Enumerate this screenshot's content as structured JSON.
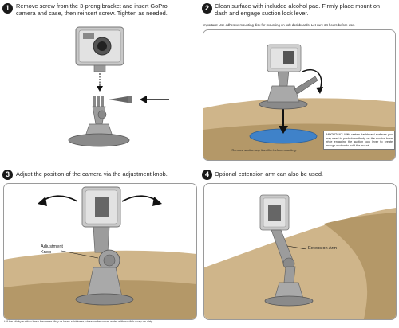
{
  "steps": [
    {
      "number": "1",
      "text": "Remove screw from the 3-prong bracket and insert GoPro camera and case, then reinsert screw. Tighten as needed."
    },
    {
      "number": "2",
      "text": "Clean surface with included alcohol pad. Firmly place mount on dash and engage suction lock lever.",
      "important": "Important: Use adhesive mounting disk for mounting on soft dashboards. Let cure 24 hours before use."
    },
    {
      "number": "3",
      "text": "Adjust the position of the camera via the adjustment knob."
    },
    {
      "number": "4",
      "text": "Optional extension arm can also be used."
    }
  ],
  "panel2": {
    "remove_label": "*Remove suction cup liner film before mounting.",
    "important_note": "IMPORTANT: With certain dashboard surfaces you may need to push down firmly on the suction base while engaging the suction lock lever to create enough suction to hold the mount."
  },
  "panel3": {
    "knob_label": "Adjustment Knob",
    "footnote": "* If the sticky suction base becomes dirty or loses stickiness, rinse under warm water with no dish soap on dirty."
  },
  "panel4": {
    "arm_label": "Extension Arm"
  },
  "colors": {
    "dash": "#cfb58a",
    "dash_dark": "#b49868",
    "blue_pad": "#3f82c9",
    "mount_gray": "#a9a9a9",
    "panel_border": "#9a9a9a"
  }
}
